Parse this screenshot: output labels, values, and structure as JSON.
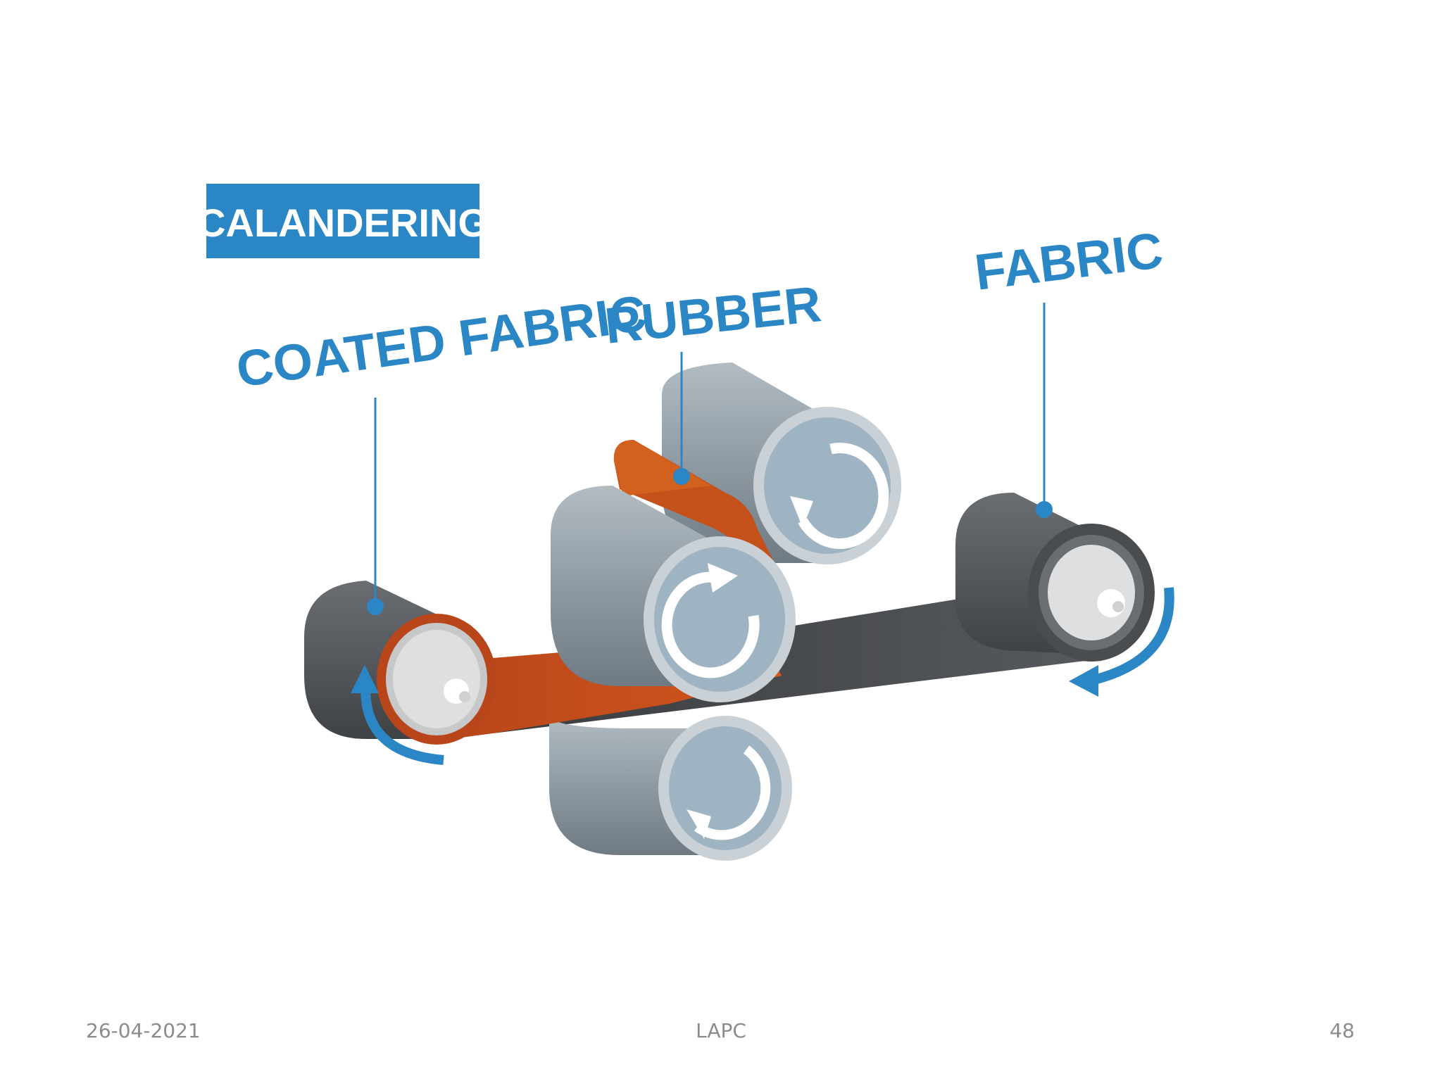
{
  "diagram": {
    "title": "CALANDERING",
    "labels": {
      "coated_fabric": "COATED FABRIC",
      "rubber": "RUBBER",
      "fabric": "FABRIC"
    },
    "colors": {
      "accent_blue": "#2b86c5",
      "rubber_orange": "#c4501a",
      "roller_gray": "#8f9aa3",
      "roll_dark": "#55585c"
    }
  },
  "footer": {
    "date": "26-04-2021",
    "center": "LAPC",
    "page": "48"
  }
}
